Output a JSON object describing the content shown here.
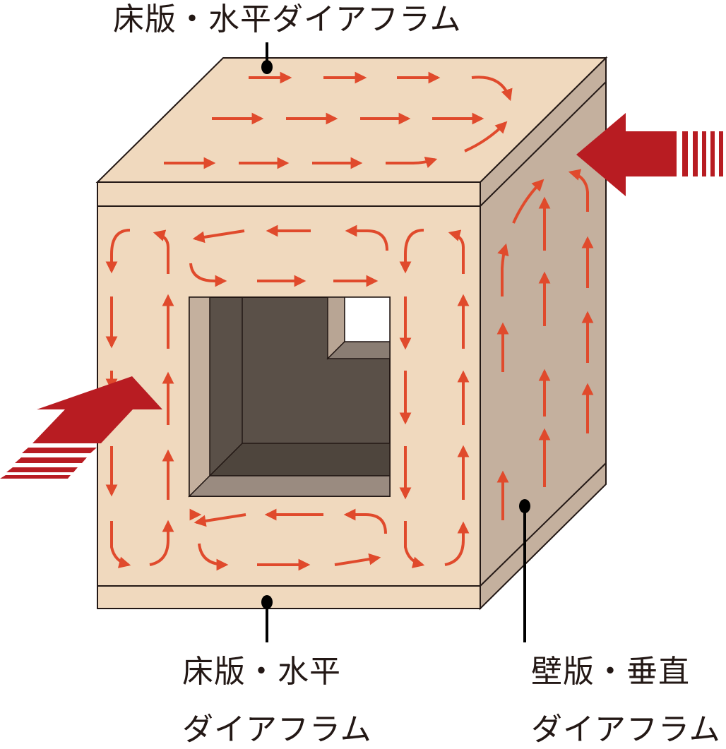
{
  "diagram": {
    "title": "Box-frame structure: floor slab and wall slab diaphragms",
    "labels": {
      "top": "床版・水平ダイアフラム",
      "bottom_line1": "床版・水平",
      "bottom_line2": "ダイアフラム",
      "wall_line1": "壁版・垂直",
      "wall_line2": "ダイアフラム"
    },
    "colors": {
      "front_face": "#f0d9be",
      "side_face": "#c4b09e",
      "outline": "#231815",
      "flow_arrow": "#e04a2c",
      "load_arrow": "#b81c22",
      "opening_back": "#5a5048",
      "opening_floor": "#4e453d",
      "opening_left_jamb": "#c4b09e",
      "opening_sill": "#9a8b80",
      "text": "#231815"
    },
    "elements": [
      {
        "id": "top-slab",
        "type": "floor-slab",
        "orientation": "horizontal"
      },
      {
        "id": "bottom-slab",
        "type": "floor-slab",
        "orientation": "horizontal"
      },
      {
        "id": "front-wall",
        "type": "wall-slab",
        "orientation": "vertical",
        "has_opening": true
      },
      {
        "id": "side-wall",
        "type": "wall-slab",
        "orientation": "vertical"
      },
      {
        "id": "load-left",
        "type": "lateral-load-arrow",
        "direction": "right"
      },
      {
        "id": "load-right",
        "type": "lateral-load-arrow",
        "direction": "left"
      }
    ]
  }
}
